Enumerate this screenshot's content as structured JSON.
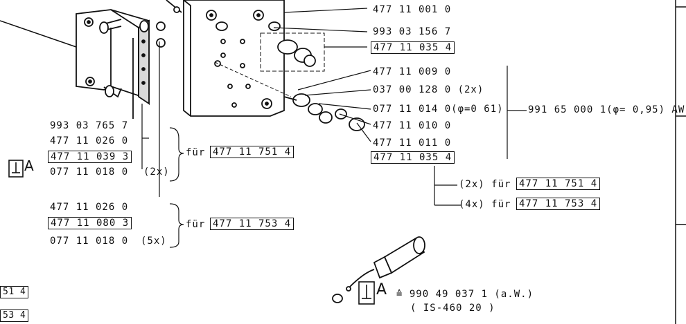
{
  "colors": {
    "ink": "#111111",
    "paper": "#ffffff",
    "part_shade": "#d9d9d9"
  },
  "icons": [
    "adhesive-symbol-icon",
    "adhesive-bottle-icon"
  ],
  "labels": {
    "right_top": [
      "477 11 001 0",
      "993 03 156 7",
      "477 11 035 4"
    ],
    "right_mid": [
      "477 11 009 0",
      "037 00 128 0 (2x)",
      "077 11 014 0(φ=0 61)",
      "477 11 010 0",
      "477 11 011 0",
      "477 11 035 4"
    ],
    "aw_note": "991 65 000 1(φ= 0,95) AW.",
    "for_2x": {
      "text": "(2x) für",
      "part": "477 11 751 4"
    },
    "for_4x": {
      "text": "(4x) für",
      "part": "477 11 753 4"
    },
    "left_top": [
      "993 03 765 7",
      "477 11 026 0",
      "477 11 039 3",
      "077 11 018 0"
    ],
    "left_qty_2x": "(2x)",
    "left_for_a": {
      "text": "für",
      "part": "477 11 751 4"
    },
    "left_bottom": [
      "477 11 026 0",
      "477 11 080 3",
      "077 11 018 0"
    ],
    "left_qty_5x": "(5x)",
    "left_for_b": {
      "text": "für",
      "part": "477 11 753 4"
    },
    "adhesive_symbol_letter": "A",
    "edge_labels": [
      "51 4",
      "53 4"
    ],
    "adhesive_note": {
      "code": "≙ 990 49 037 1 (a.W.)",
      "sub": "( IS-460 20 )"
    }
  }
}
